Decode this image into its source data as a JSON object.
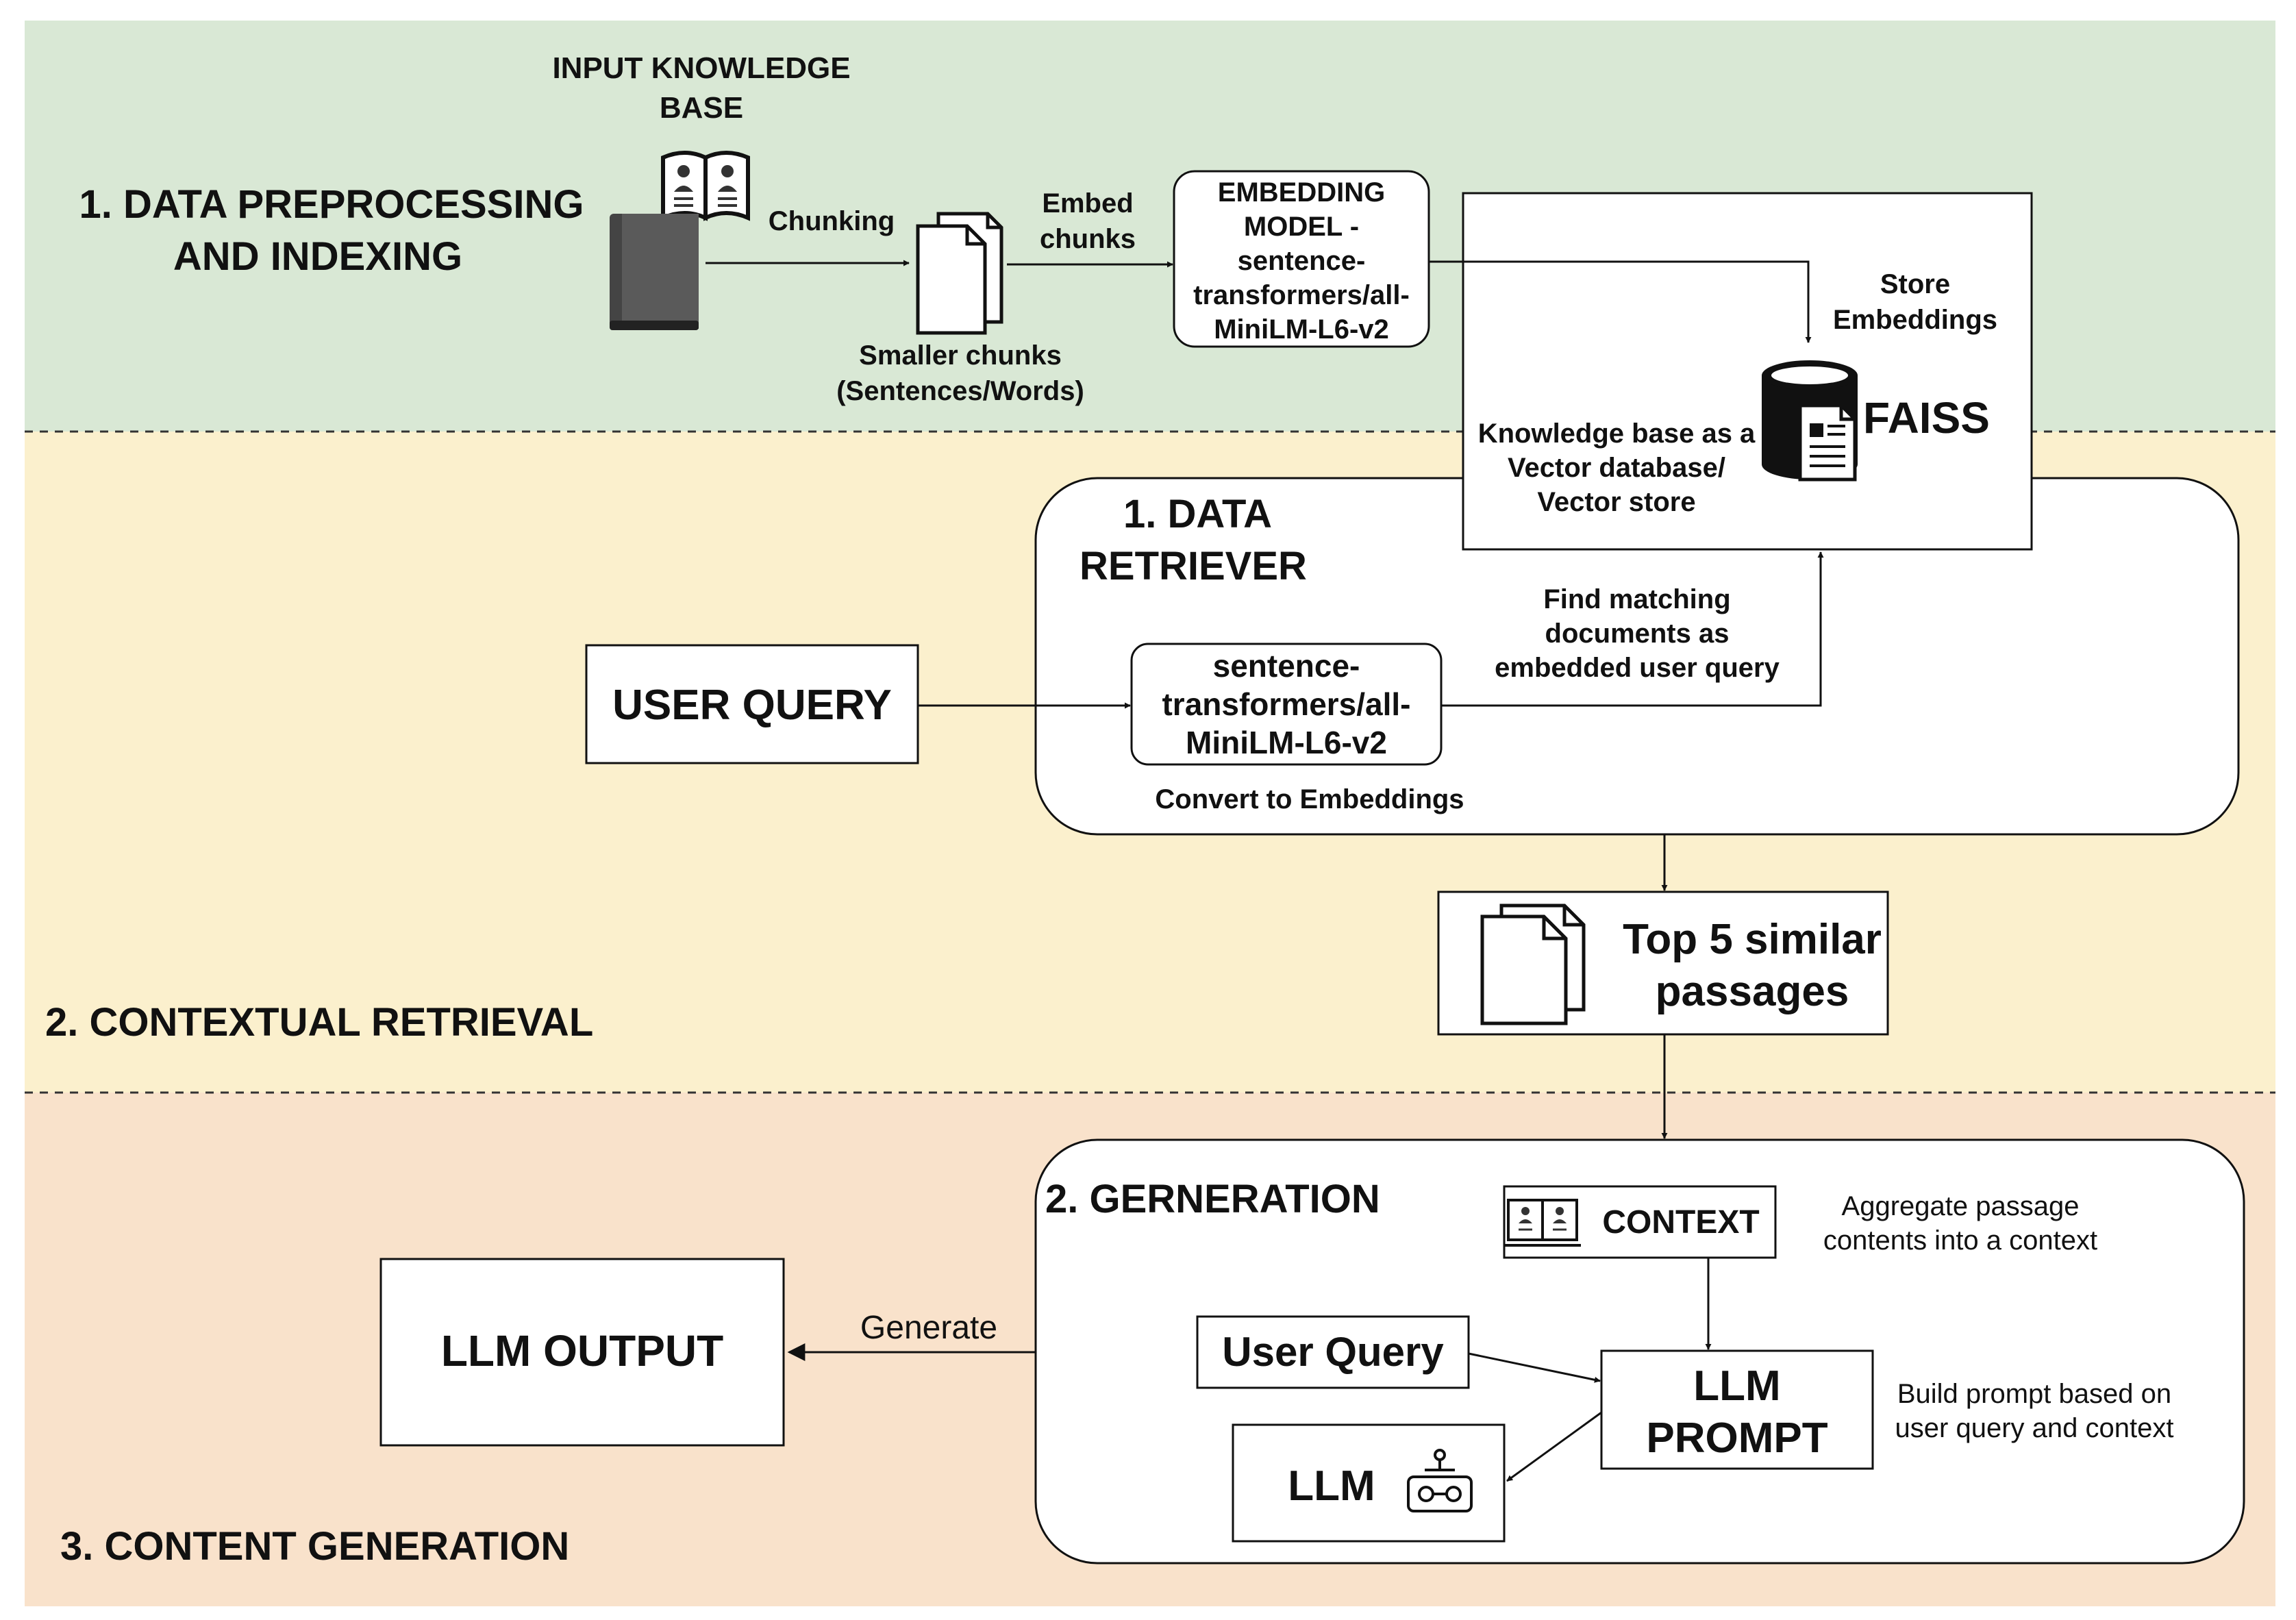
{
  "colors": {
    "band_preprocessing": "#d9e8d5",
    "band_retrieval": "#fbf0cd",
    "band_generation": "#f9e2cb",
    "stroke": "#111111",
    "box_fill": "#ffffff"
  },
  "sections": {
    "preprocessing": {
      "title_line1": "1. DATA PREPROCESSING",
      "title_line2": "AND INDEXING"
    },
    "retrieval": {
      "title": "2. CONTEXTUAL RETRIEVAL"
    },
    "generation": {
      "title": "3. CONTENT GENERATION"
    }
  },
  "preprocessing": {
    "input_kb_line1": "INPUT KNOWLEDGE",
    "input_kb_line2": "BASE",
    "chunking": "Chunking",
    "embed_line1": "Embed",
    "embed_line2": "chunks",
    "chunks_line1": "Smaller chunks",
    "chunks_line2": "(Sentences/Words)",
    "model_line1": "EMBEDDING",
    "model_line2": "MODEL -",
    "model_line3": "sentence-",
    "model_line4": "transformers/all-",
    "model_line5": "MiniLM-L6-v2",
    "store_line1": "Store",
    "store_line2": "Embeddings",
    "faiss": "FAISS",
    "kb_line1": "Knowledge base as a",
    "kb_line2": "Vector database/",
    "kb_line3": "Vector store"
  },
  "retriever": {
    "title_line1": "1. DATA",
    "title_line2": "RETRIEVER",
    "user_query": "USER QUERY",
    "st_line1": "sentence-",
    "st_line2": "transformers/all-",
    "st_line3": "MiniLM-L6-v2",
    "convert": "Convert to Embeddings",
    "find_line1": "Find matching",
    "find_line2": "documents as",
    "find_line3": "embedded user query",
    "top_line1": "Top 5 similar",
    "top_line2": "passages"
  },
  "generation": {
    "title": "2. GERNERATION",
    "context": "CONTEXT",
    "aggregate_line1": "Aggregate passage",
    "aggregate_line2": "contents into a context",
    "user_query": "User Query",
    "prompt_line1": "LLM",
    "prompt_line2": "PROMPT",
    "build_line1": "Build prompt based on",
    "build_line2": "user query and context",
    "llm": "LLM",
    "generate": "Generate",
    "output": "LLM OUTPUT"
  }
}
